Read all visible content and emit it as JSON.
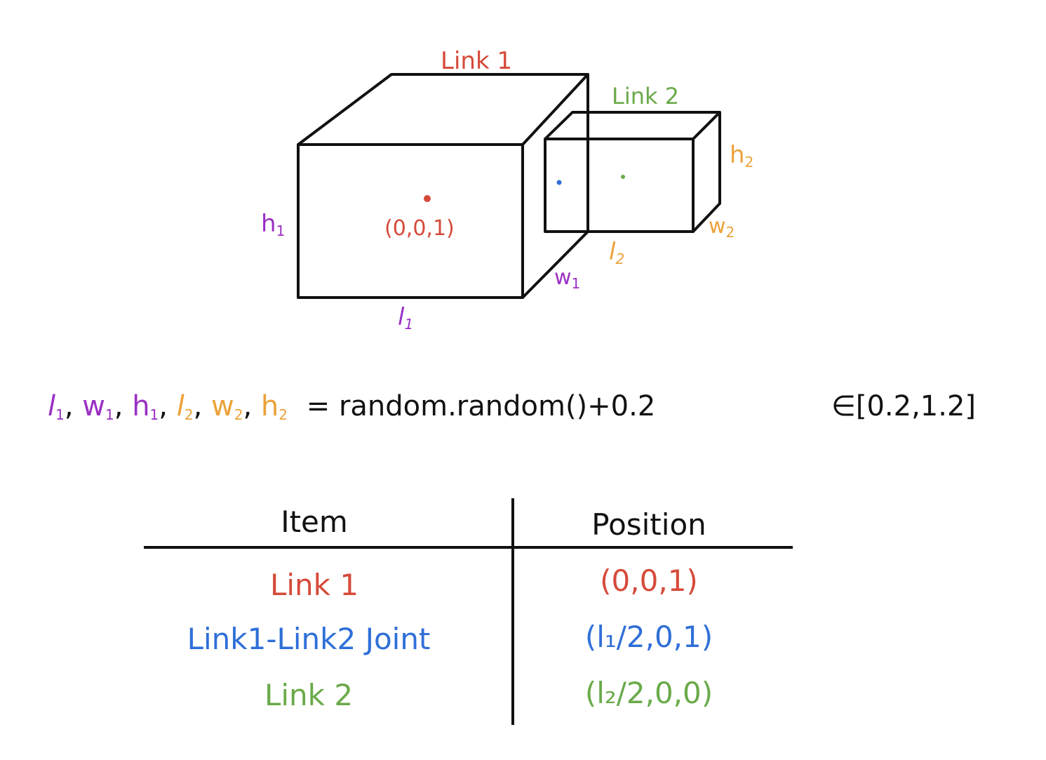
{
  "colors": {
    "ink": "#111111",
    "red": "#d64a3a",
    "green": "#6aaa4a",
    "orange": "#eba23a",
    "purple": "#9a30c4",
    "blue": "#2f6fd8"
  },
  "diagram": {
    "link1_title": "Link 1",
    "link2_title": "Link 2",
    "link1_origin_label": "(0,0,1)",
    "link1_dims": {
      "l": "l",
      "l_sub": "1",
      "w": "w",
      "w_sub": "1",
      "h": "h",
      "h_sub": "1"
    },
    "link2_dims": {
      "l": "l",
      "l_sub": "2",
      "w": "w",
      "w_sub": "2",
      "h": "h",
      "h_sub": "2"
    }
  },
  "equation": {
    "v1": "l",
    "v1_sub": "1",
    "v2": "w",
    "v2_sub": "1",
    "v3": "h",
    "v3_sub": "1",
    "v4": "l",
    "v4_sub": "2",
    "v5": "w",
    "v5_sub": "2",
    "v6": "h",
    "v6_sub": "2",
    "sep": ",",
    "rhs": "= random.random()+0.2",
    "range": "∈[0.2,1.2]"
  },
  "table": {
    "headers": [
      "Item",
      "Position"
    ],
    "rows": [
      {
        "item": "Link 1",
        "position": "(0,0,1)",
        "color": "red"
      },
      {
        "item": "Link1-Link2 Joint",
        "position": "(l₁/2,0,1)",
        "color": "blue"
      },
      {
        "item": "Link 2",
        "position": "(l₂/2,0,0)",
        "color": "green"
      }
    ]
  }
}
